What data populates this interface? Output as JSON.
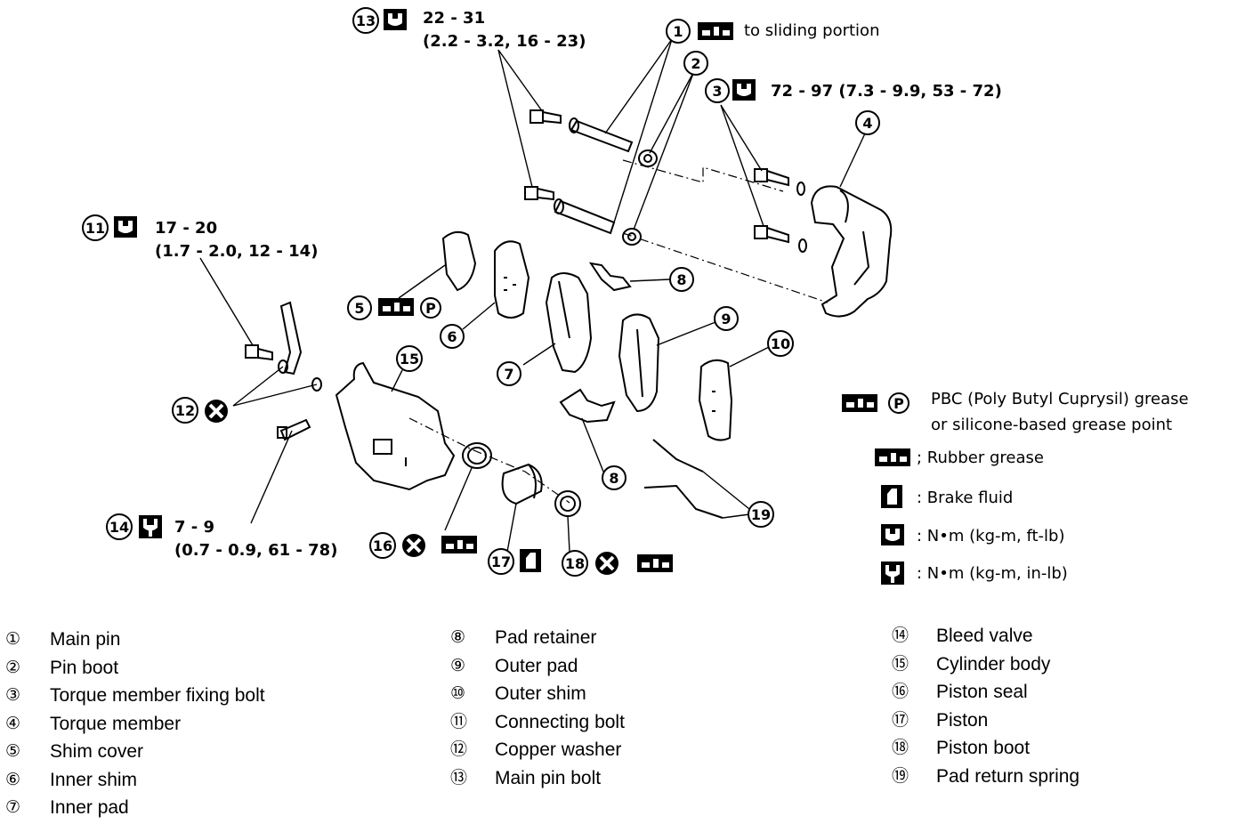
{
  "callouts": {
    "c1": "1",
    "c2": "2",
    "c3": "3",
    "c4": "4",
    "c5": "5",
    "c6": "6",
    "c7": "7",
    "c8a": "8",
    "c8b": "8",
    "c9": "9",
    "c10": "10",
    "c11": "11",
    "c12": "12",
    "c13": "13",
    "c14": "14",
    "c15": "15",
    "c16": "16",
    "c17": "17",
    "c18": "18",
    "c19": "19"
  },
  "specs": {
    "main_pin_note": "to sliding portion",
    "torque_13_line1": "22 - 31",
    "torque_13_line2": "(2.2 - 3.2, 16 - 23)",
    "torque_3": "72 - 97 (7.3 - 9.9, 53 - 72)",
    "torque_11_line1": "17 - 20",
    "torque_11_line2": "(1.7 - 2.0, 12 - 14)",
    "torque_14_line1": "7 - 9",
    "torque_14_line2": "(0.7 - 0.9, 61 - 78)"
  },
  "symbol_legend": {
    "pbc_line1": "PBC (Poly Butyl Cuprysil) grease",
    "pbc_line2": "or silicone-based grease point",
    "rubber_grease": "; Rubber grease",
    "brake_fluid": ": Brake fluid",
    "torque_ftlb": ": N•m (kg-m, ft-lb)",
    "torque_inlb": ": N•m (kg-m, in-lb)"
  },
  "parts_legend": {
    "col1": [
      {
        "num": "①",
        "name": "Main pin"
      },
      {
        "num": "②",
        "name": "Pin boot"
      },
      {
        "num": "③",
        "name": "Torque member fixing bolt"
      },
      {
        "num": "④",
        "name": "Torque member"
      },
      {
        "num": "⑤",
        "name": "Shim cover"
      },
      {
        "num": "⑥",
        "name": "Inner shim"
      },
      {
        "num": "⑦",
        "name": "Inner pad"
      }
    ],
    "col2": [
      {
        "num": "⑧",
        "name": "Pad retainer"
      },
      {
        "num": "⑨",
        "name": "Outer pad"
      },
      {
        "num": "⑩",
        "name": "Outer shim"
      },
      {
        "num": "⑪",
        "name": "Connecting bolt"
      },
      {
        "num": "⑫",
        "name": "Copper washer"
      },
      {
        "num": "⑬",
        "name": "Main pin bolt"
      }
    ],
    "col3": [
      {
        "num": "⑭",
        "name": "Bleed valve"
      },
      {
        "num": "⑮",
        "name": "Cylinder body"
      },
      {
        "num": "⑯",
        "name": "Piston seal"
      },
      {
        "num": "⑰",
        "name": "Piston"
      },
      {
        "num": "⑱",
        "name": "Piston boot"
      },
      {
        "num": "⑲",
        "name": "Pad return spring"
      }
    ]
  }
}
